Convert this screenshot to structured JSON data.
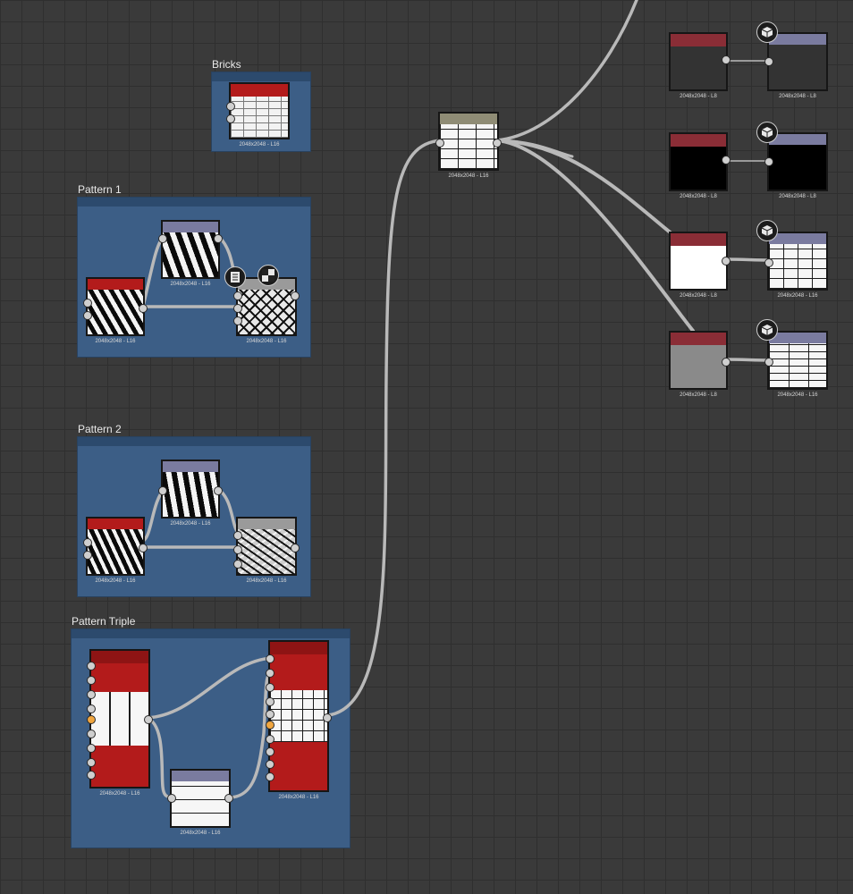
{
  "frames": {
    "bricks": "Bricks",
    "pattern1": "Pattern 1",
    "pattern2": "Pattern 2",
    "pattern_triple": "Pattern Triple"
  },
  "node_labels": {
    "l16": "2048x2048 - L16",
    "l8": "2048x2048 - L8"
  },
  "colors": {
    "red": "#b31b1b",
    "lavender": "#7a7b9f",
    "olive": "#8f8c75",
    "frame": "#3c5e86",
    "wire": "#b9b9b9"
  },
  "icons": {
    "output_badge": "cube-icon",
    "pattern_badge_a": "document-icon",
    "pattern_badge_b": "checker-icon"
  }
}
